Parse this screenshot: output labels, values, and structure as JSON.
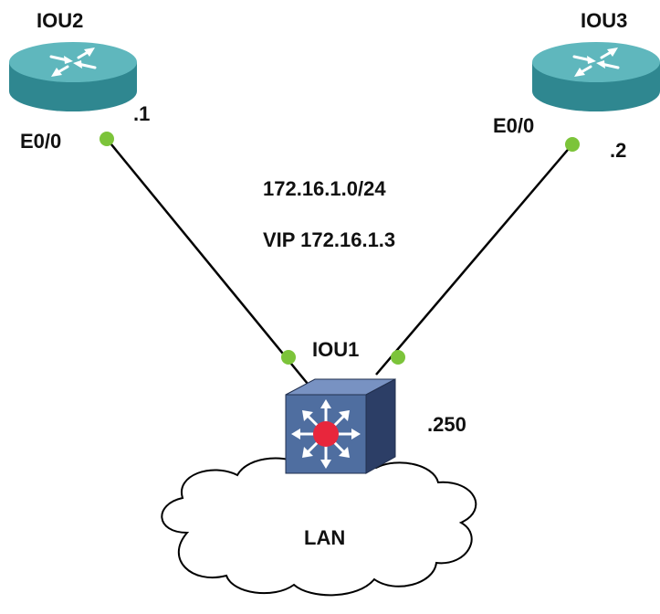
{
  "devices": {
    "iou2": {
      "name": "IOU2",
      "interface": "E0/0",
      "host": ".1"
    },
    "iou3": {
      "name": "IOU3",
      "interface": "E0/0",
      "host": ".2"
    },
    "iou1": {
      "name": "IOU1",
      "host": ".250"
    }
  },
  "network": {
    "subnet": "172.16.1.0/24",
    "vip": "VIP 172.16.1.3"
  },
  "cloud": {
    "label": "LAN"
  },
  "colors": {
    "router_top": "#5fb7bd",
    "router_side": "#2f8790",
    "switch_front": "#4f6ea0",
    "switch_side": "#2c3e66",
    "switch_top": "#7892c2",
    "switch_center": "#e8263c",
    "port_dot": "#7cc43a",
    "link": "#000000"
  }
}
